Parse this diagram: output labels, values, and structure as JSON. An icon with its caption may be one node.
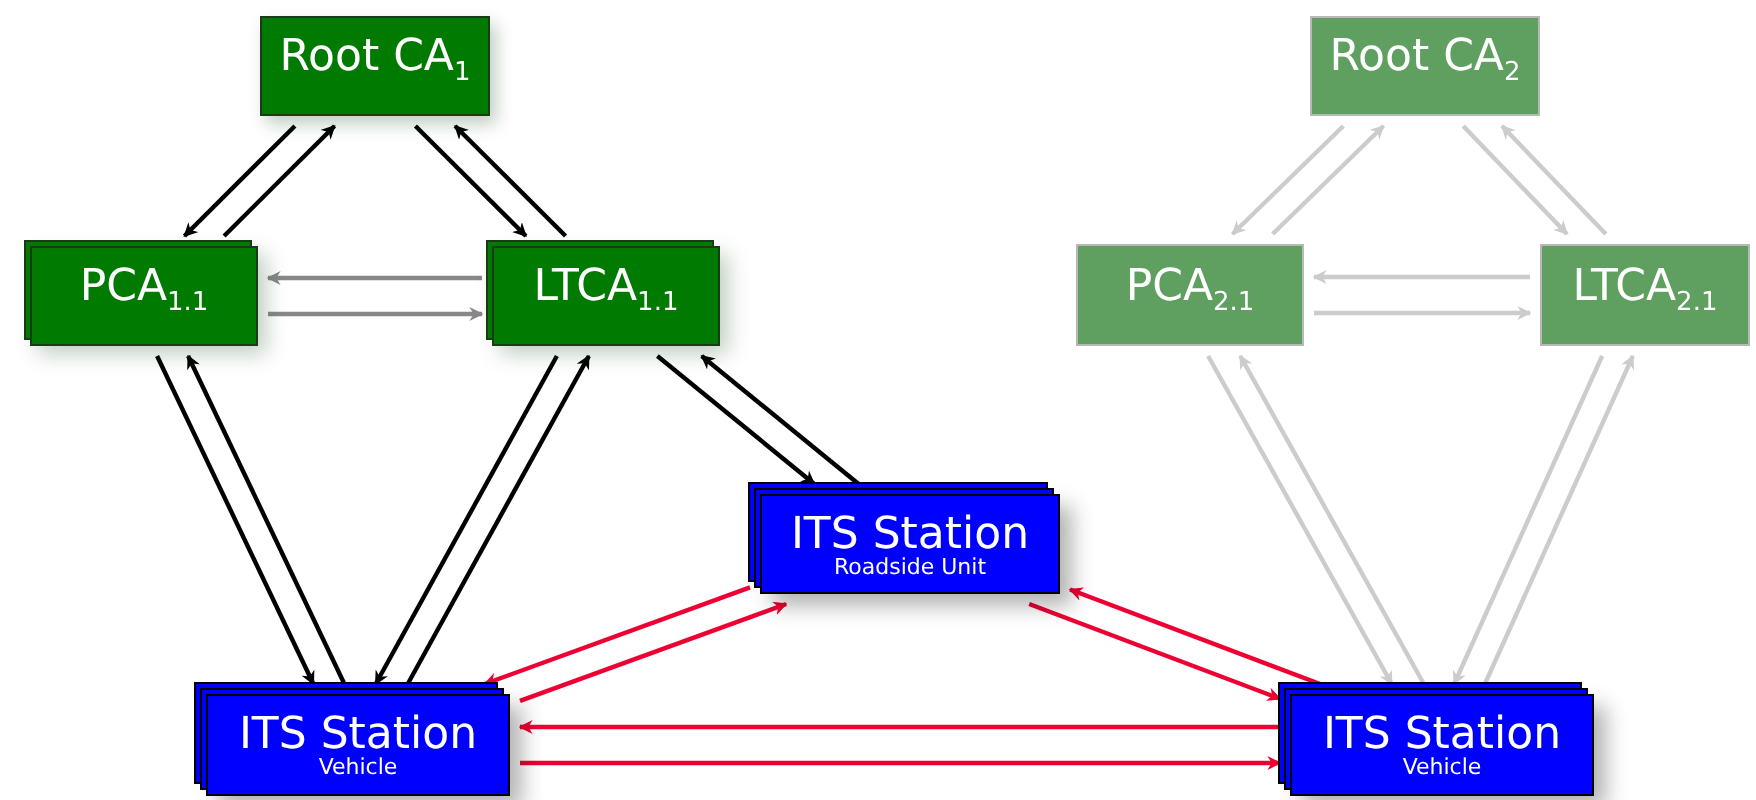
{
  "diagram": {
    "nodes": [
      {
        "text": [
          "Root CA$_{1}$"
        ]
      },
      {
        "text": [
          "PCA$_{1.1}$"
        ]
      },
      {
        "text": [
          "LTCA$_{1.1}$"
        ]
      },
      {
        "text": [
          "Root CA$_{2}$"
        ]
      },
      {
        "text": [
          "PCA$_{2.1}$"
        ]
      },
      {
        "text": [
          "LTCA$_{2.1}$"
        ]
      },
      {
        "text": [
          "ITS Station",
          "Roadside Unit"
        ]
      },
      {
        "text": [
          "ITS Station",
          "Vehicle"
        ]
      },
      {
        "text": [
          "ITS Station",
          "Vehicle"
        ]
      }
    ],
    "edges": [
      {
        "from": 1,
        "to": 0,
        "arrow": "to"
      },
      {
        "from": 0,
        "to": 1,
        "arrow": "to"
      },
      {
        "from": 0,
        "to": 2,
        "arrow": "to"
      },
      {
        "from": 2,
        "to": 0,
        "arrow": "to"
      },
      {
        "from": 2,
        "to": 1,
        "arrow": "to",
        "color": "#888888"
      },
      {
        "from": 1,
        "to": 2,
        "arrow": "to",
        "color": "#888888"
      },
      {
        "from": 1,
        "to": 7,
        "arrow": "to"
      },
      {
        "from": 7,
        "to": 1,
        "arrow": "to"
      },
      {
        "from": 7,
        "to": 2,
        "arrow": "to"
      },
      {
        "from": 2,
        "to": 7,
        "arrow": "to"
      },
      {
        "from": 2,
        "to": 6,
        "arrow": "to"
      },
      {
        "from": 6,
        "to": 2,
        "arrow": "to"
      },
      {
        "from": 7,
        "to": 6,
        "arrow": "to",
        "color": "#ee0033"
      },
      {
        "from": 6,
        "to": 7,
        "arrow": "to",
        "color": "#ee0033"
      },
      {
        "from": 8,
        "to": 6,
        "arrow": "to",
        "color": "#ee0033"
      },
      {
        "from": 6,
        "to": 8,
        "arrow": "to",
        "color": "#ee0033"
      },
      {
        "from": 8,
        "to": 7,
        "arrow": "to",
        "color": "#ee0033"
      },
      {
        "from": 7,
        "to": 8,
        "arrow": "to",
        "color": "#ee0033"
      },
      {
        "from": 4,
        "to": 3,
        "arrow": "to",
        "color": "#cccccc"
      },
      {
        "from": 3,
        "to": 4,
        "arrow": "to",
        "color": "#cccccc"
      },
      {
        "from": 3,
        "to": 5,
        "arrow": "to",
        "color": "#cccccc"
      },
      {
        "from": 5,
        "to": 3,
        "arrow": "to",
        "color": "#cccccc"
      },
      {
        "from": 5,
        "to": 4,
        "arrow": "to",
        "color": "#cccccc"
      },
      {
        "from": 4,
        "to": 5,
        "arrow": "to",
        "color": "#cccccc"
      },
      {
        "from": 4,
        "to": 8,
        "arrow": "to",
        "color": "#cccccc"
      },
      {
        "from": 8,
        "to": 4,
        "arrow": "to",
        "color": "#cccccc"
      },
      {
        "from": 8,
        "to": 5,
        "arrow": "to",
        "color": "#cccccc"
      },
      {
        "from": 5,
        "to": 8,
        "arrow": "to",
        "color": "#cccccc"
      }
    ]
  }
}
